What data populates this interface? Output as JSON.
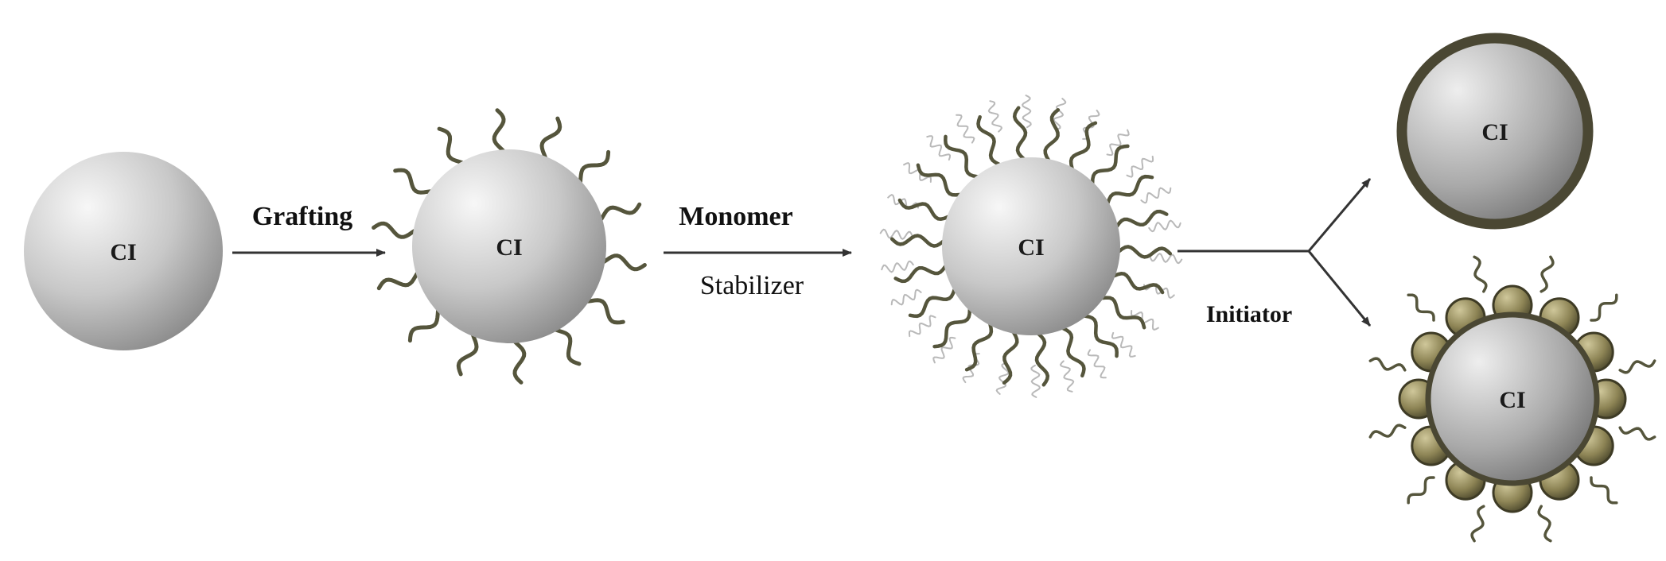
{
  "particles": {
    "bare": {
      "label": "CI"
    },
    "grafted": {
      "label": "CI"
    },
    "swollen": {
      "label": "CI"
    },
    "shell": {
      "label": "CI"
    },
    "raspberry": {
      "label": "CI"
    }
  },
  "steps": {
    "grafting": {
      "label": "Grafting"
    },
    "monomer": {
      "label": "Monomer",
      "sublabel": "Stabilizer"
    },
    "initiator": {
      "label": "Initiator"
    }
  },
  "colors": {
    "sphere_light": "#f2f2f2",
    "sphere_mid": "#c4c4c4",
    "sphere_dark": "#8e8e8e",
    "chain": "#55553c",
    "shell_ring": "#4a4733",
    "bead": "#8d8455",
    "arrow": "#333333"
  }
}
